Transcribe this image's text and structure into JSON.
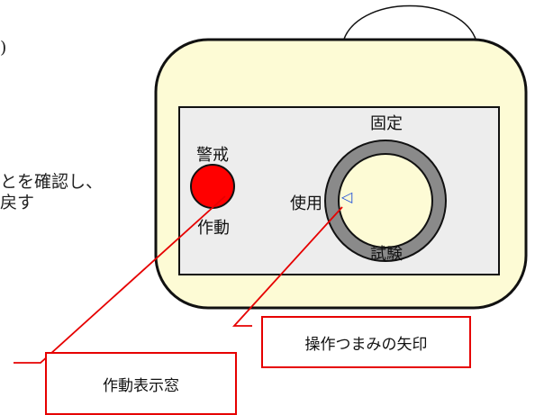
{
  "document_fragments": {
    "line1": ")",
    "line2": "とを確認し、",
    "line3": "戻す"
  },
  "device_panel": {
    "top_label": "固定",
    "left_label": "使用",
    "bottom_label": "試験",
    "lamp_top_label": "警戒",
    "lamp_bottom_label": "作動",
    "arrow_glyph": "◁"
  },
  "callouts": {
    "knob_arrow": "操作つまみの矢印",
    "indicator_window": "作動表示窓"
  },
  "colors": {
    "panel_cream": "#fdfbd5",
    "panel_inner": "#ededed",
    "knob_ring": "#8a8a8a",
    "knob_face": "#fdfbd5",
    "lamp_red": "#ff0000",
    "callout_line": "#e60000",
    "arrow_blue": "#1f4fd8"
  }
}
